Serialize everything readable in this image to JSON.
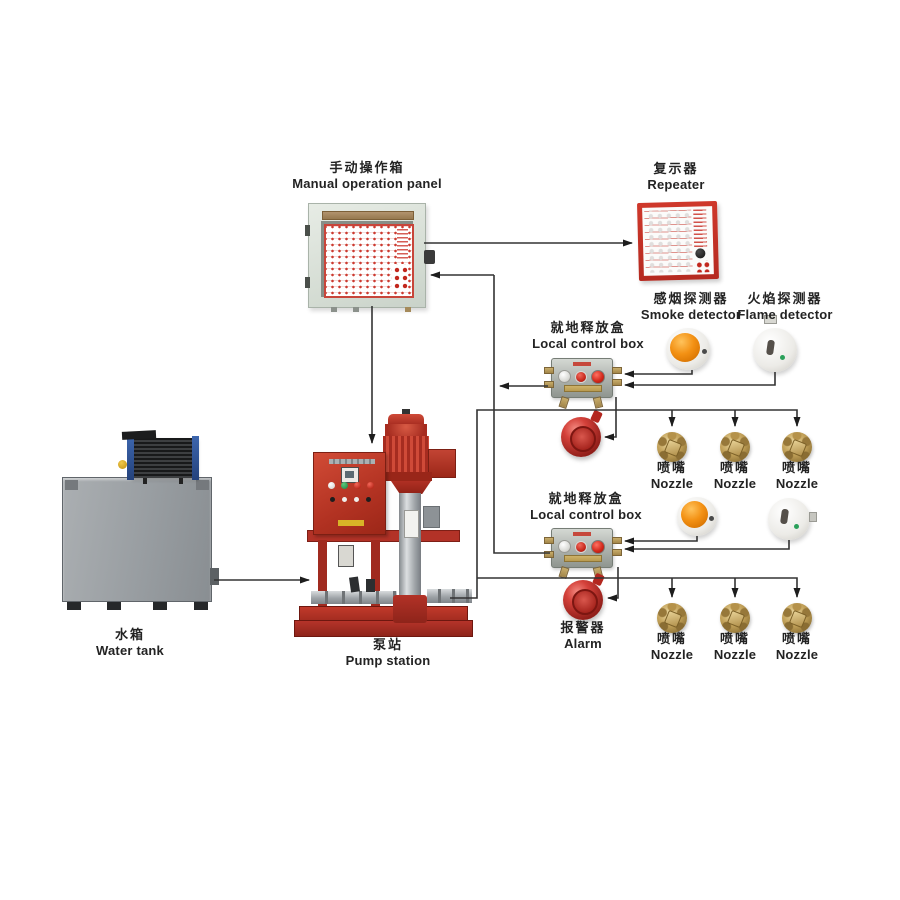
{
  "diagram": {
    "manual_panel": {
      "zh": "手动操作箱",
      "en": "Manual operation panel"
    },
    "repeater": {
      "zh": "复示器",
      "en": "Repeater"
    },
    "smoke_detector": {
      "zh": "感烟探测器",
      "en": "Smoke detector"
    },
    "flame_detector": {
      "zh": "火焰探测器",
      "en": "Flame detector"
    },
    "local_control_box": {
      "zh": "就地释放盒",
      "en": "Local control box"
    },
    "alarm": {
      "zh": "报警器",
      "en": "Alarm"
    },
    "nozzle": {
      "zh": "喷嘴",
      "en": "Nozzle"
    },
    "water_tank": {
      "zh": "水箱",
      "en": "Water tank"
    },
    "pump_station": {
      "zh": "泵站",
      "en": "Pump station"
    }
  },
  "colors": {
    "line": "#333333",
    "repeater_red": "#c63227",
    "panel_body": "#dde3dc",
    "alarm_red": "#bf2c24",
    "nozzle_brass": "#c2a159",
    "pump_red": "#c03a2c",
    "tank_gray": "#9aa0a4",
    "smoke_dome_orange": "#f08708",
    "flame_indicator_green": "#2aa05a"
  }
}
